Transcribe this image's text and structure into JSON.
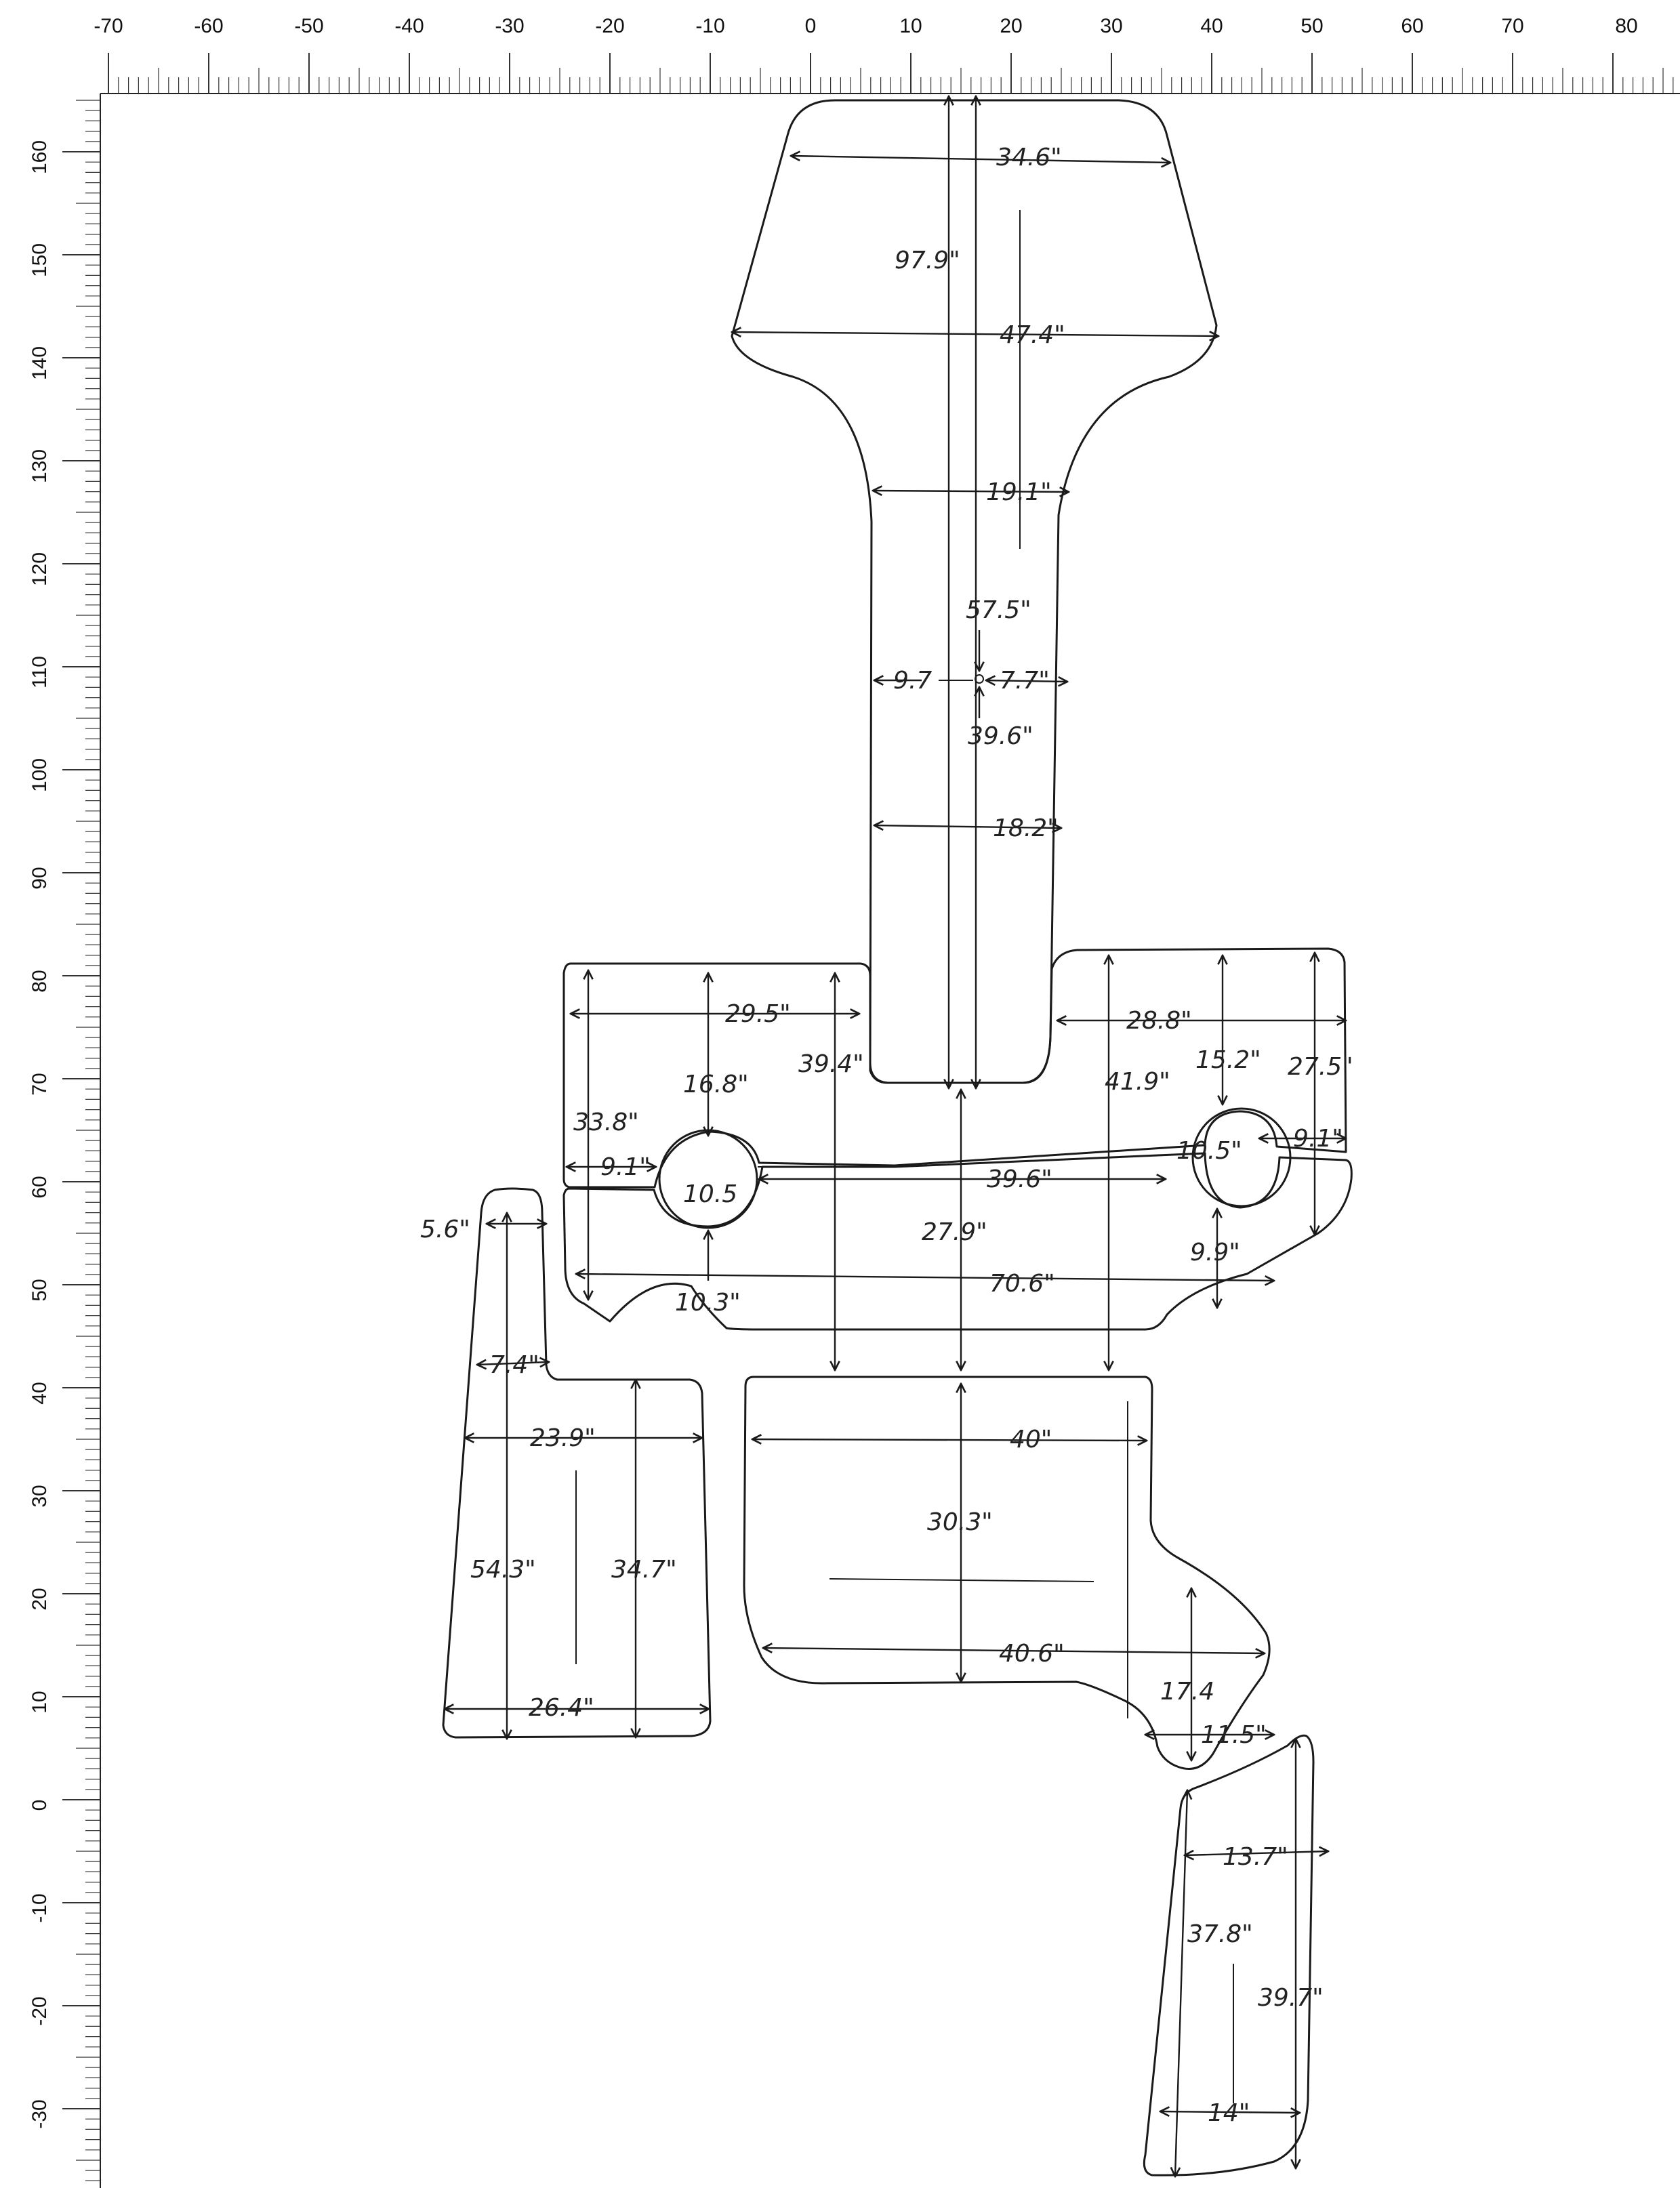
{
  "rulers": {
    "top_ticks": [
      "-70",
      "-60",
      "-50",
      "-40",
      "-30",
      "-20",
      "-10",
      "0",
      "10",
      "20",
      "30",
      "40",
      "50",
      "60",
      "70",
      "80"
    ],
    "left_ticks": [
      "160",
      "150",
      "140",
      "130",
      "120",
      "110",
      "100",
      "90",
      "80",
      "70",
      "60",
      "50",
      "40",
      "30",
      "20",
      "10",
      "0",
      "-10",
      "-20",
      "-30"
    ]
  },
  "pieces": {
    "helm": {
      "top_width": "34.6\"",
      "length": "97.9\"",
      "wide_width": "47.4\"",
      "neck_width": "19.1\"",
      "upper_hole_offset": "57.5\"",
      "hole_left": "9.7",
      "hole_right": "7.7\"",
      "lower_hole_offset": "39.6\"",
      "lower_neck_width": "18.2\""
    },
    "cockpit": {
      "left_width": "29.5\"",
      "left_inner_height": "39.4\"",
      "left_hole_top": "16.8\"",
      "left_height": "33.8\"",
      "left_hole_side": "9.1\"",
      "left_hole_diameter": "10.5",
      "left_hole_bottom": "10.3\"",
      "center_span": "39.6\"",
      "center_height": "27.9\"",
      "overall_width": "70.6\"",
      "right_width": "28.8\"",
      "right_inner_height": "41.9\"",
      "right_hole_top": "15.2\"",
      "right_height": "27.5\"",
      "right_hole_diameter": "10.5\"",
      "right_hole_side": "9.1\"",
      "right_hole_bottom": "9.9\""
    },
    "side_left": {
      "tab_width": "5.6\"",
      "step_width": "7.4\"",
      "top_width": "23.9\"",
      "height": "54.3\"",
      "inner_height": "34.7\"",
      "bottom_width": "26.4\""
    },
    "deck": {
      "top_width": "40\"",
      "height": "30.3\"",
      "bottom_width": "40.6\"",
      "tail_height": "17.4",
      "tail_width": "11.5\""
    },
    "stern": {
      "top_width": "13.7\"",
      "inner_length": "37.8\"",
      "outer_length": "39.7\"",
      "bottom_width": "14\""
    }
  }
}
